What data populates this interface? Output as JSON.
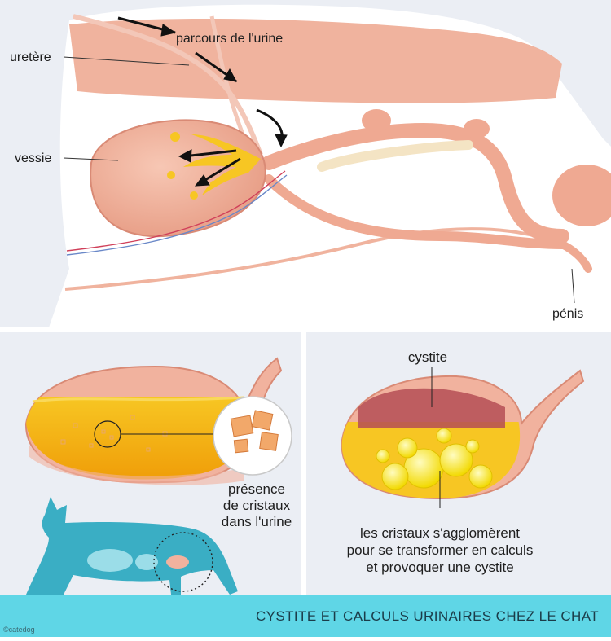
{
  "top_labels": {
    "urine_path": "parcours de l'urine",
    "ureter": "uretère",
    "bladder": "vessie",
    "penis": "pénis"
  },
  "bottom_left": {
    "caption_lines": [
      "présence",
      "de cristaux",
      "dans l'urine"
    ]
  },
  "bottom_right": {
    "cystitis": "cystite",
    "caption_lines": [
      "les cristaux s'agglomèrent",
      "pour se transformer en calculs",
      "et provoquer une cystite"
    ]
  },
  "footer": {
    "title": "CYSTITE ET CALCULS URINAIRES CHEZ LE CHAT",
    "credit": "©catedog"
  },
  "colors": {
    "panel_bg": "#eef1f5",
    "footer_bg": "#5fd6e6",
    "cat": "#3aaec4",
    "tissue": "#f1b29e",
    "tissue_dark": "#d98a75",
    "urine": "#f4b400"
  }
}
